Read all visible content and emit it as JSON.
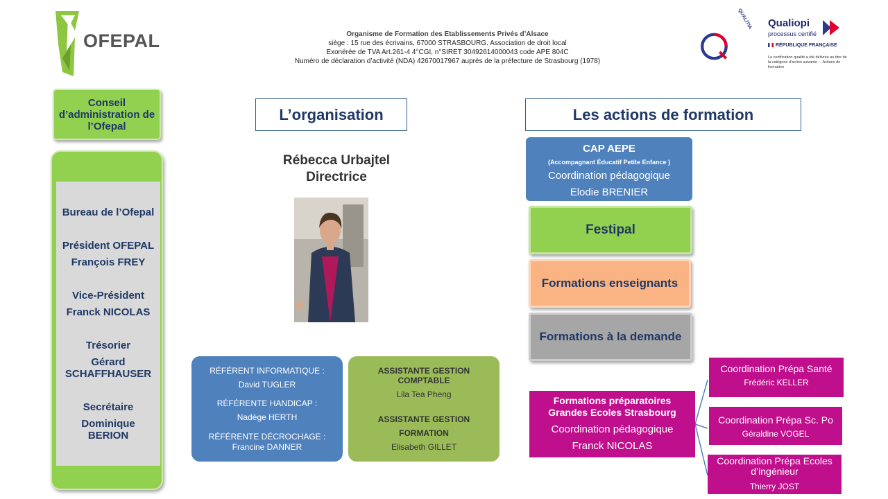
{
  "header": {
    "logo_text": "OFEPAL",
    "info_line1": "Organisme de Formation des Etablissements Privés d’Alsace",
    "info_line2": "siège : 15 rue des écrivains, 67000 STRASBOURG.  Association de droit local",
    "info_line3": "Exonérée de TVA Art.261-4 4°CGI, n°SIRET  30492614000043 code APE  804C",
    "info_line4": "Numéro  de déclaration d’activité (NDA) 42670017967 auprès de la  préfecture de Strasbourg (1978)",
    "qualiopi_title": "Qualiopi",
    "qualiopi_sub": "processus certifié",
    "republique": "RÉPUBLIQUE FRANÇAISE",
    "qualiopi_note": "La certification qualité a été délivrée au titre de la catégorie d’action suivante : -  Actions de formation",
    "qualitia": "QUALITIA"
  },
  "left": {
    "conseil": "Conseil d’administration de l’Ofepal",
    "bureau_title": "Bureau de l’Ofepal",
    "president_role": "Président OFEPAL",
    "president_name": "François FREY",
    "vp_role": "Vice-Président",
    "vp_name": "Franck NICOLAS",
    "tresorier_role": "Trésorier",
    "tresorier_name1": "Gérard",
    "tresorier_name2": "SCHAFFHAUSER",
    "secretaire_role": "Secrétaire",
    "secretaire_name1": "Dominique",
    "secretaire_name2": "BERION"
  },
  "organisation": {
    "title": "L’organisation",
    "director_name": "Rébecca Urbajtel",
    "director_role": "Directrice"
  },
  "referents": {
    "r1_role": "RÉFÉRENT INFORMATIQUE  :",
    "r1_name": "David TUGLER",
    "r2_role": "RÉFÉRENTE HANDICAP  :",
    "r2_name": "Nadège HERTH",
    "r3_role": "RÉFÉRENTE DÉCROCHAGE  :",
    "r3_name": "Francine DANNER"
  },
  "assistants": {
    "a1_role1": "ASSISTANTE GESTION",
    "a1_role2": "COMPTABLE",
    "a1_name": "Lila Tea Pheng",
    "a2_role1": "ASSISTANTE GESTION",
    "a2_role2": "FORMATION",
    "a2_name": "Elisabeth GILLET"
  },
  "actions": {
    "title": "Les actions de formation",
    "cap_title": "CAP AEPE",
    "cap_sub": "(Accompagnant Éducatif Petite Enfance )",
    "cap_coord": "Coordination pédagogique",
    "cap_name": "Elodie BRENIER",
    "festipal": "Festipal",
    "formations_enseignants": "Formations enseignants",
    "formations_demande": "Formations à la demande",
    "prepa_title1": "Formations préparatoires",
    "prepa_title2": "Grandes Ecoles Strasbourg",
    "prepa_coord": "Coordination pédagogique",
    "prepa_name": "Franck NICOLAS",
    "sante_title": "Coordination Prépa Santé",
    "sante_name": "Frédéric KELLER",
    "scpo_title": "Coordination Prépa Sc. Po",
    "scpo_name": "Géraldine VOGEL",
    "ing_title1": "Coordination Prépa Ecoles",
    "ing_title2": "d’ingénieur",
    "ing_name": "Thierry JOST"
  },
  "colors": {
    "green": "#92d050",
    "blue": "#4f81bd",
    "orange": "#fab484",
    "grey": "#a6a6a6",
    "magenta": "#c00f8d",
    "navy": "#1f3864"
  }
}
